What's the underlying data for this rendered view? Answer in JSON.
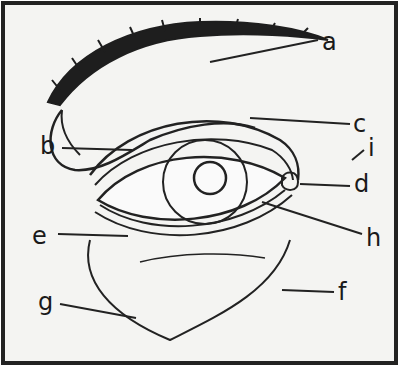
{
  "diagram": {
    "labels": [
      "a",
      "c",
      "i",
      "b",
      "d",
      "h",
      "e",
      "f",
      "g"
    ]
  }
}
